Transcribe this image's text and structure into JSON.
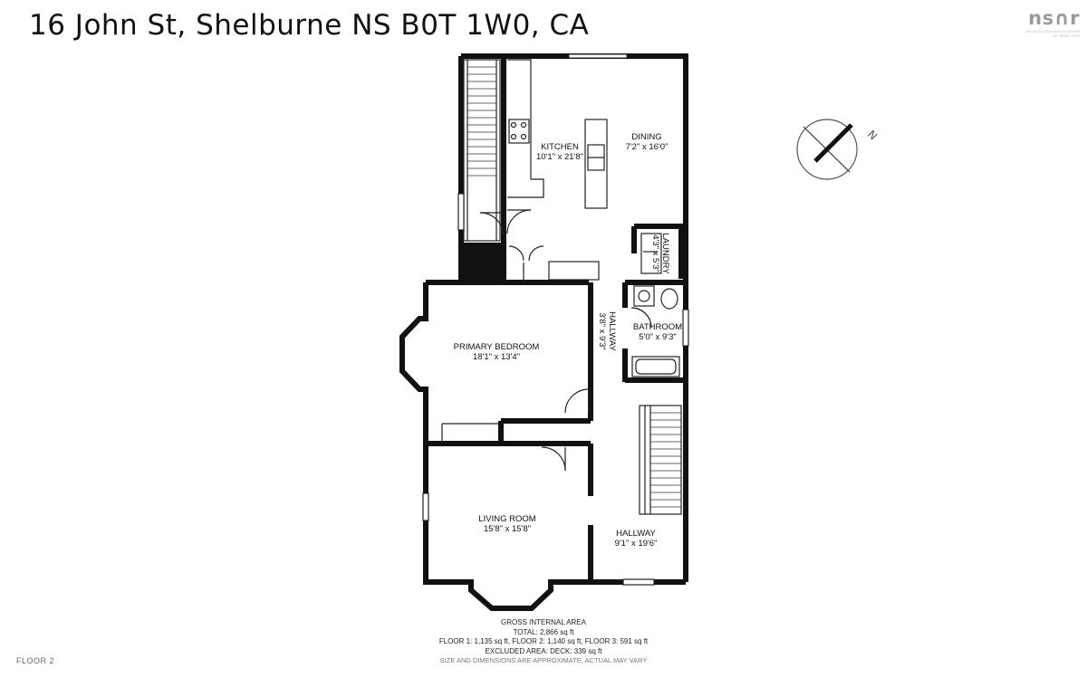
{
  "header": {
    "address": "16 John St, Shelburne NS B0T 1W0, CA"
  },
  "logo": {
    "mark": "ns∩r",
    "sub_line1": "NOVA SCOTIA ASSOCIATION",
    "sub_line2": "OF REALTORS"
  },
  "compass": {
    "letter": "N"
  },
  "rooms": {
    "kitchen": {
      "name": "KITCHEN",
      "size": "10'1\" x 21'8\""
    },
    "dining": {
      "name": "DINING",
      "size": "7'2\" x 16'0\""
    },
    "laundry": {
      "name": "LAUNDRY",
      "size": "4'3\" x 5'3\""
    },
    "hallway_small": {
      "name": "HALLWAY",
      "size": "3'8\" x 9'3\""
    },
    "bathroom": {
      "name": "BATHROOM",
      "size": "5'0\" x 9'3\""
    },
    "primary_bedroom": {
      "name": "PRIMARY BEDROOM",
      "size": "18'1\" x 13'4\""
    },
    "living_room": {
      "name": "LIVING ROOM",
      "size": "15'8\" x 15'8\""
    },
    "hallway_large": {
      "name": "HALLWAY",
      "size": "9'1\" x 19'6\""
    }
  },
  "notes": {
    "heading": "GROSS INTERNAL AREA",
    "total": "TOTAL: 2,866 sq ft",
    "floors": "FLOOR 1: 1,135 sq ft, FLOOR 2: 1,140 sq ft, FLOOR 3: 591 sq ft",
    "excluded": "EXCLUDED AREA: DECK: 339 sq ft",
    "disclaimer": "SIZE AND DIMENSIONS ARE APPROXIMATE, ACTUAL MAY VARY"
  },
  "floor_label": "FLOOR 2",
  "colors": {
    "wall": "#111111",
    "fill": "#ffffff",
    "logo": "#9a9a9a"
  }
}
